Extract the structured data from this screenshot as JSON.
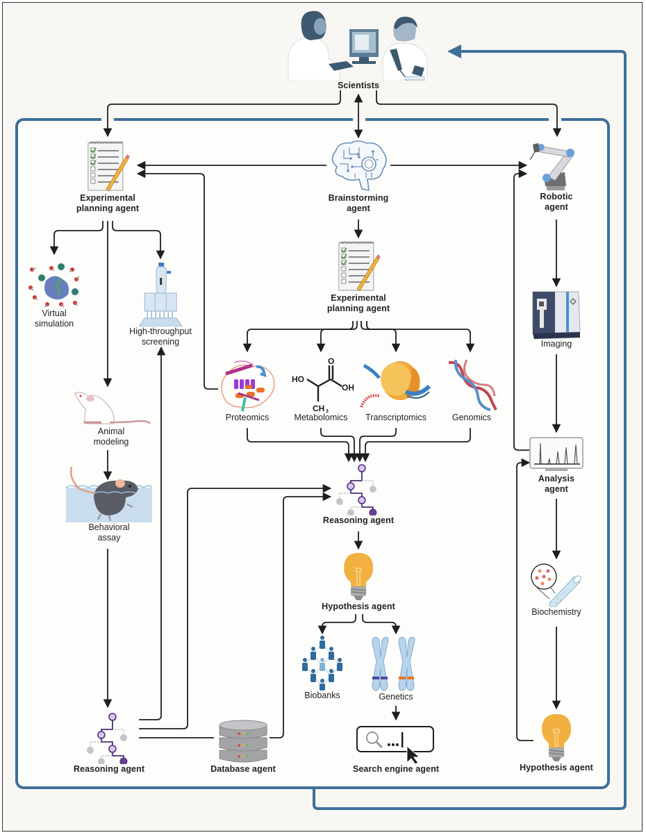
{
  "diagram": {
    "title": "Multi-agent AI scientific workflow",
    "colors": {
      "loop_blue": "#3f6f9a",
      "arrow": "#1e1e1e",
      "bulb": "#f2b040",
      "reasoning_purple": "#6a3f8e",
      "background": "#f8f7f4",
      "panel": "#fdfdfb"
    },
    "nodes": {
      "scientists": {
        "label": "Scientists",
        "icon": "scientists-icon"
      },
      "exp_planning_left": {
        "label1": "Experimental",
        "label2": "planning agent",
        "icon": "checklist-notepad-icon"
      },
      "brainstorming": {
        "label1": "Brainstorming",
        "label2": "agent",
        "icon": "circuit-brain-icon"
      },
      "robotic": {
        "label1": "Robotic",
        "label2": "agent",
        "icon": "robot-arm-icon"
      },
      "virtual_sim": {
        "label1": "Virtual",
        "label2": "simulation",
        "icon": "molecule-simulation-icon"
      },
      "hts": {
        "label1": "High-throughput",
        "label2": "screening",
        "icon": "multichannel-pipette-icon"
      },
      "exp_planning_center": {
        "label1": "Experimental",
        "label2": "planning agent",
        "icon": "checklist-notepad-icon"
      },
      "imaging": {
        "label": "Imaging",
        "icon": "imaging-instrument-icon"
      },
      "proteomics": {
        "label": "Proteomics",
        "icon": "protein-structure-icon"
      },
      "metabolomics": {
        "label": "Metabolomics",
        "icon": "lactic-acid-molecule-icon"
      },
      "transcriptomics": {
        "label": "Transcriptomics",
        "icon": "ribosome-rna-icon"
      },
      "genomics": {
        "label": "Genomics",
        "icon": "dna-helix-icon"
      },
      "animal_modeling": {
        "label1": "Animal",
        "label2": "modeling",
        "icon": "white-mouse-icon"
      },
      "analysis": {
        "label1": "Analysis",
        "label2": "agent",
        "icon": "spectrum-monitor-icon"
      },
      "reasoning_center": {
        "label": "Reasoning agent",
        "icon": "reasoning-tree-icon"
      },
      "behavioral": {
        "label1": "Behavioral",
        "label2": "assay",
        "icon": "swimming-mouse-icon"
      },
      "hypothesis_center": {
        "label": "Hypothesis agent",
        "icon": "lightbulb-icon"
      },
      "biochemistry": {
        "label": "Biochemistry",
        "icon": "test-tube-magnifier-icon"
      },
      "biobanks": {
        "label": "Biobanks",
        "icon": "people-network-icon"
      },
      "genetics": {
        "label": "Genetics",
        "icon": "chromosomes-icon"
      },
      "reasoning_left": {
        "label": "Reasoning agent",
        "icon": "reasoning-tree-icon"
      },
      "database": {
        "label": "Database agent",
        "icon": "database-server-icon"
      },
      "search_engine": {
        "label": "Search engine agent",
        "icon": "search-bar-cursor-icon",
        "search_text": "...|"
      },
      "hypothesis_right": {
        "label": "Hypothesis agent",
        "icon": "lightbulb-icon"
      }
    },
    "metabolite": {
      "ho": "HO",
      "o": "O",
      "oh": "OH",
      "ch3": "CH",
      "sub3": "3"
    }
  }
}
